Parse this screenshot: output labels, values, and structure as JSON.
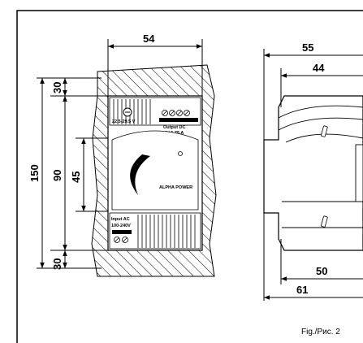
{
  "dimensions": {
    "front_width": "54",
    "front_top_clearance": "30",
    "front_height": "90",
    "front_total": "150",
    "front_window": "45",
    "front_bottom_clearance": "30",
    "side_total_depth": "55",
    "side_depth_44": "44",
    "side_depth_50": "50",
    "side_depth_61": "61"
  },
  "labels": {
    "voltage_adjust": "22.5-29.5 V",
    "output_title": "Output DC",
    "output_spec": "24V   1.75 A",
    "brand": "ALPHA POWER",
    "input_title": "Input AC",
    "input_spec": "100-240V",
    "figure_caption": "Fig./Рис. 2"
  }
}
